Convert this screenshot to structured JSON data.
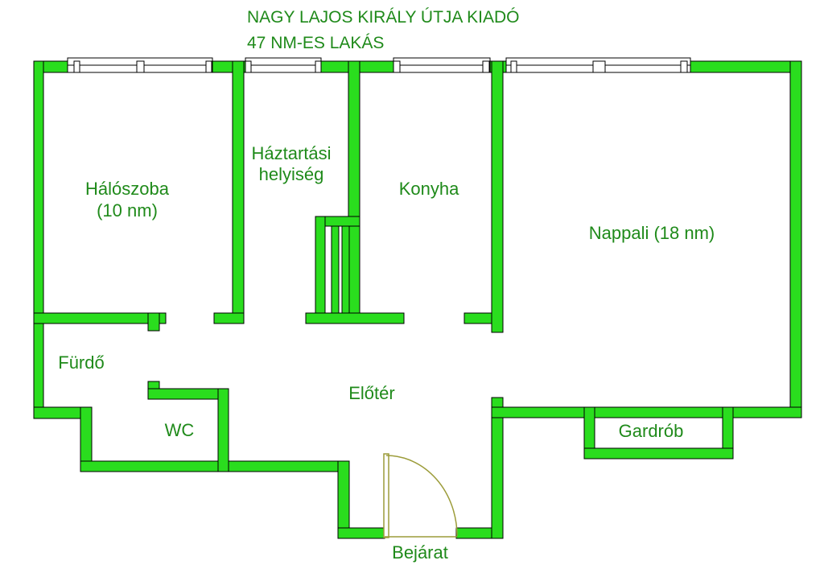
{
  "title": {
    "line1": "NAGY LAJOS KIRÁLY ÚTJA KIADÓ",
    "line2": "47 NM-ES LAKÁS"
  },
  "rooms": {
    "bedroom_name": "Hálószoba",
    "bedroom_area": "(10 nm)",
    "utility_line1": "Háztartási",
    "utility_line2": "helyiség",
    "kitchen": "Konyha",
    "living": "Nappali (18 nm)",
    "bathroom": "Fürdő",
    "hall": "Előtér",
    "wc": "WC",
    "wardrobe": "Gardrób",
    "entrance": "Bejárat"
  },
  "colors": {
    "wall": "#2add1e",
    "text": "#1f8a1a",
    "door": "#9c9c3a"
  }
}
